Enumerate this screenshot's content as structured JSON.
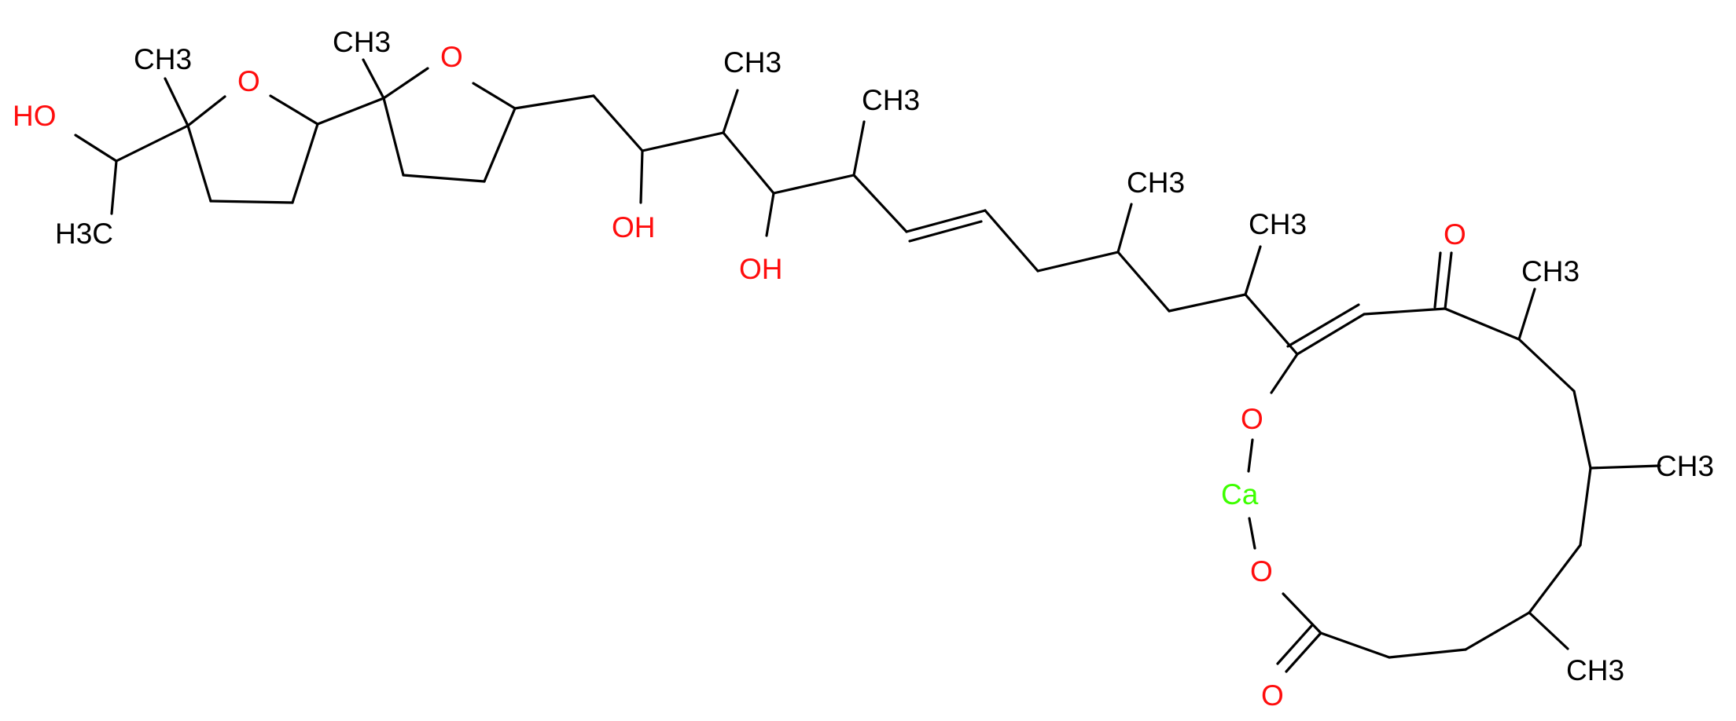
{
  "colors": {
    "carbon": "#000000",
    "oxygen": "#ff0d0d",
    "calcium": "#3dff00",
    "background": "#ffffff"
  },
  "labels": {
    "ch3_thf1": "CH3",
    "ho_top": "HO",
    "h3c_left": "H3C",
    "o_ring1": "O",
    "ch3_thf2": "CH3",
    "o_ring2": "O",
    "ch3_chain1": "CH3",
    "ch3_chain2": "CH3",
    "oh_1": "OH",
    "oh_2": "OH",
    "ch3_chain3": "CH3",
    "ch3_chain4": "CH3",
    "o_ketone_top": "O",
    "ch3_ring_a": "CH3",
    "o_ca_top": "O",
    "ca": "Ca",
    "ch3_ring_b": "CH3",
    "o_ca_bottom": "O",
    "o_lactone": "O",
    "ch3_ring_c": "CH3"
  }
}
